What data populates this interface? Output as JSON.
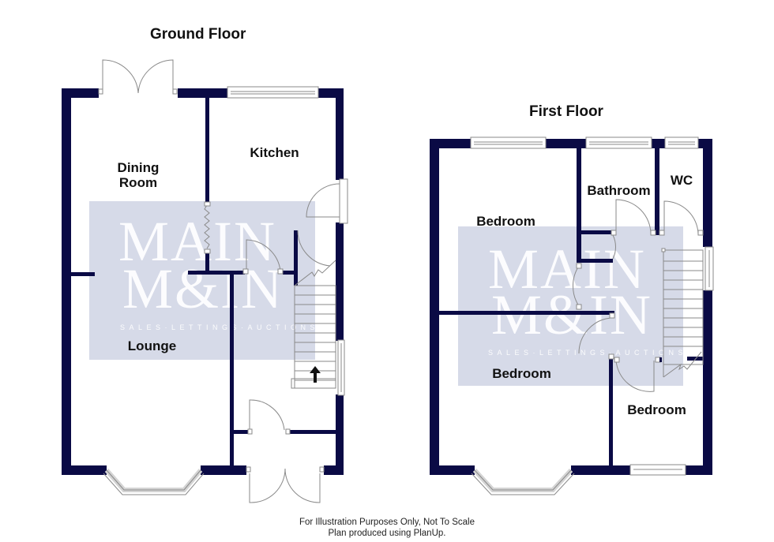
{
  "colors": {
    "wall": "#0a0a45",
    "fixture_line": "#8a8a8a",
    "watermark_bg": "#b4bcd6",
    "text": "#111111"
  },
  "floors": [
    {
      "title": "Ground Floor",
      "rooms": [
        {
          "name": "Dining Room",
          "label": "Dining\nRoom"
        },
        {
          "name": "Kitchen",
          "label": "Kitchen"
        },
        {
          "name": "Lounge",
          "label": "Lounge"
        }
      ],
      "features": [
        "french-doors",
        "window",
        "bay-window",
        "stairs-up-arrow",
        "double-entrance-doors",
        "folding-partition"
      ]
    },
    {
      "title": "First Floor",
      "rooms": [
        {
          "name": "Bedroom 1",
          "label": "Bedroom"
        },
        {
          "name": "Bathroom",
          "label": "Bathroom"
        },
        {
          "name": "WC",
          "label": "WC"
        },
        {
          "name": "Bedroom 2",
          "label": "Bedroom"
        },
        {
          "name": "Bedroom 3",
          "label": "Bedroom"
        }
      ],
      "features": [
        "window",
        "bay-window",
        "stairs"
      ]
    }
  ],
  "watermark": {
    "line1": "MAIN",
    "line2": "M&IN",
    "tagline": "SALES·LETTINGS·AUCTIONS"
  },
  "footer": {
    "line1": "For Illustration Purposes Only, Not To Scale",
    "line2": "Plan produced using PlanUp."
  }
}
